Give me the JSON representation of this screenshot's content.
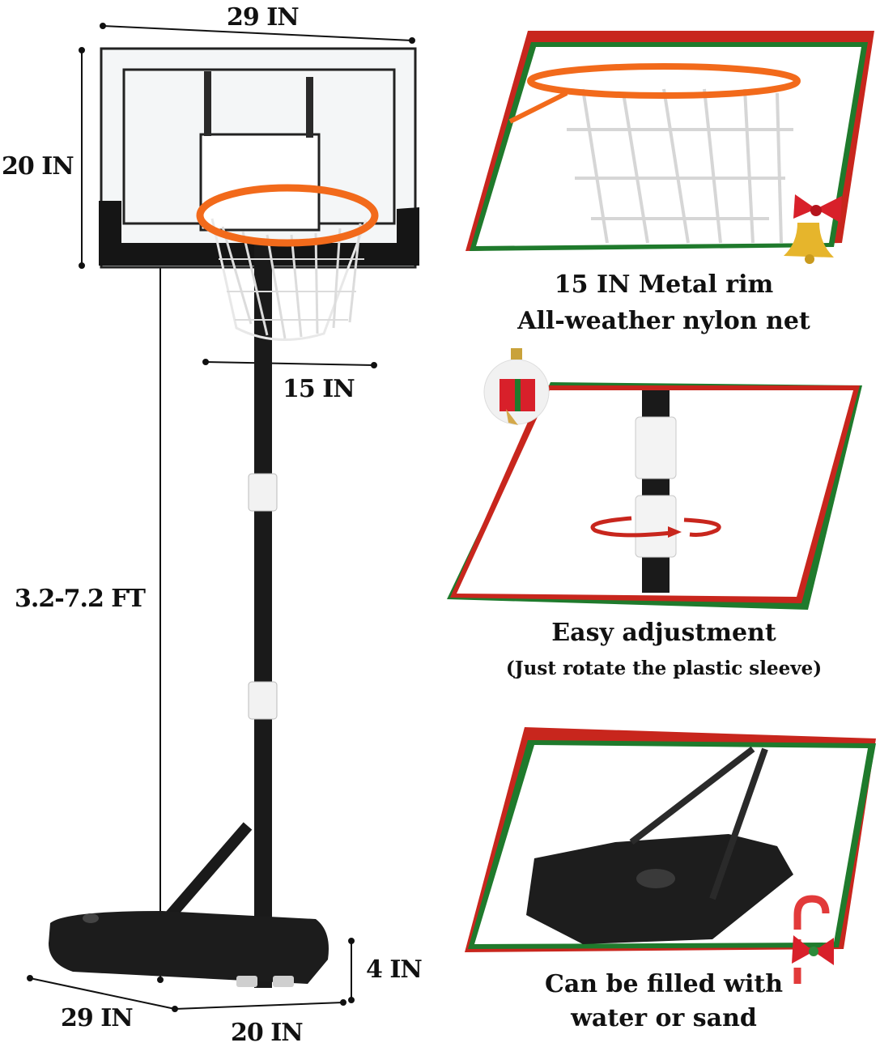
{
  "dimensions": {
    "backboard_width": "29 IN",
    "backboard_height": "20 IN",
    "rim_diameter": "15 IN",
    "height_range": "3.2-7.2 FT",
    "base_height": "4 IN",
    "base_depth": "29 IN",
    "base_width": "20 IN"
  },
  "features": [
    {
      "line1": "15 IN Metal rim",
      "line2": "All-weather nylon net"
    },
    {
      "line1": "Easy adjustment",
      "line2": "(Just rotate the plastic sleeve)"
    },
    {
      "line1": "Can be filled with",
      "line2": "water or sand"
    }
  ],
  "colors": {
    "rim": "#f26a1b",
    "frame_red": "#c8261d",
    "frame_green": "#1f7a2c",
    "pole": "#1a1a1a"
  },
  "icons": [
    "bow-bell-icon",
    "ornament-gift-icon",
    "candy-cane-icon"
  ]
}
